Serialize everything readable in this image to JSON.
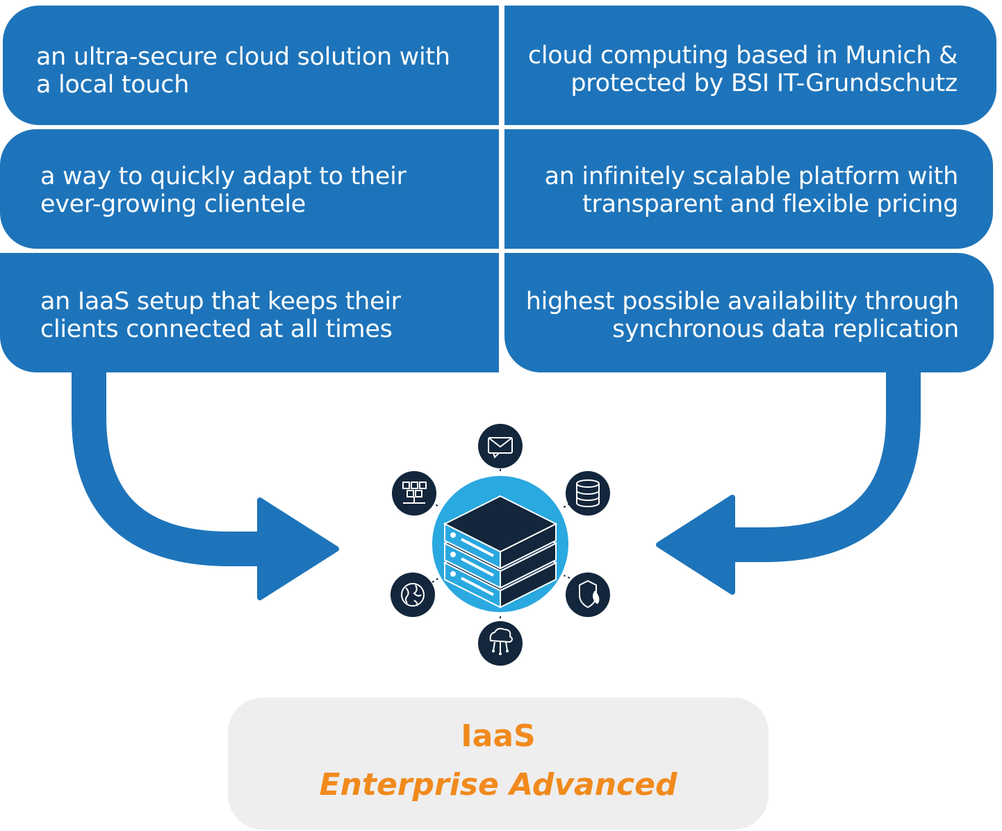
{
  "benefits": {
    "left": [
      {
        "line1": "an ultra-secure cloud solution with",
        "line2": "a local touch"
      },
      {
        "line1": "a way to quickly adapt to their",
        "line2": "ever-growing clientele"
      },
      {
        "line1": "an IaaS setup that keeps their",
        "line2": "clients connected at all times"
      }
    ],
    "right": [
      {
        "line1": "cloud computing based in Munich &",
        "line2": "protected by BSI IT-Grundschutz"
      },
      {
        "line1": "an infinitely scalable platform with",
        "line2": "transparent and flexible pricing"
      },
      {
        "line1": "highest possible availability through",
        "line2": "synchronous data replication"
      }
    ]
  },
  "hub": {
    "center_icon": "server-stack-icon",
    "satellite_icons": [
      "mail-icon",
      "database-icon",
      "shield-fire-icon",
      "cloud-network-icon",
      "globe-icon",
      "network-users-icon"
    ]
  },
  "product": {
    "name": "IaaS",
    "tier": "Enterprise Advanced"
  },
  "colors": {
    "primary_blue": "#1e74ba",
    "hub_blue": "#2aa8e0",
    "dark_navy": "#13263b",
    "accent_orange": "#f18a1d",
    "panel_gray": "#eeeeee"
  }
}
